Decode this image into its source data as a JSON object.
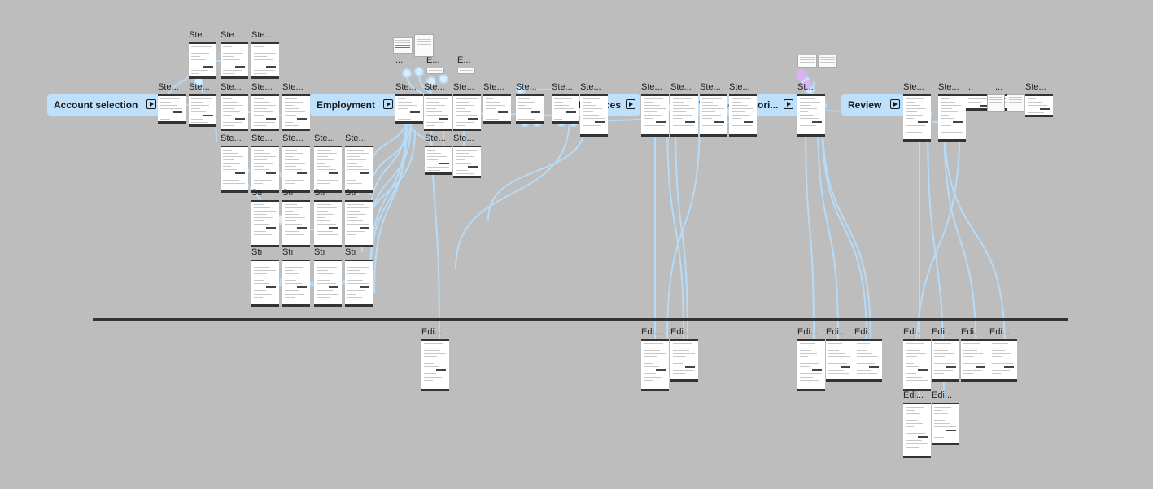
{
  "canvas": {
    "background": "#bdbdbd",
    "connector_color": "#b5dcfa",
    "connector_fill": "#d8edfd",
    "cursor_color": "#d9b3f5"
  },
  "flows": [
    {
      "label": "Account selection"
    },
    {
      "label": "Employment"
    },
    {
      "label": "Finances"
    },
    {
      "label": "Trading authori..."
    },
    {
      "label": "Review"
    }
  ],
  "frame_labels": {
    "step": "Ste...",
    "step_short": "St...",
    "step_cut": "Stı",
    "edit": "Edi...",
    "e": "E...",
    "dots": "..."
  },
  "icons": {
    "flow_start": "play-frame-icon",
    "cursor": "multiplayer-cursor-icon"
  }
}
